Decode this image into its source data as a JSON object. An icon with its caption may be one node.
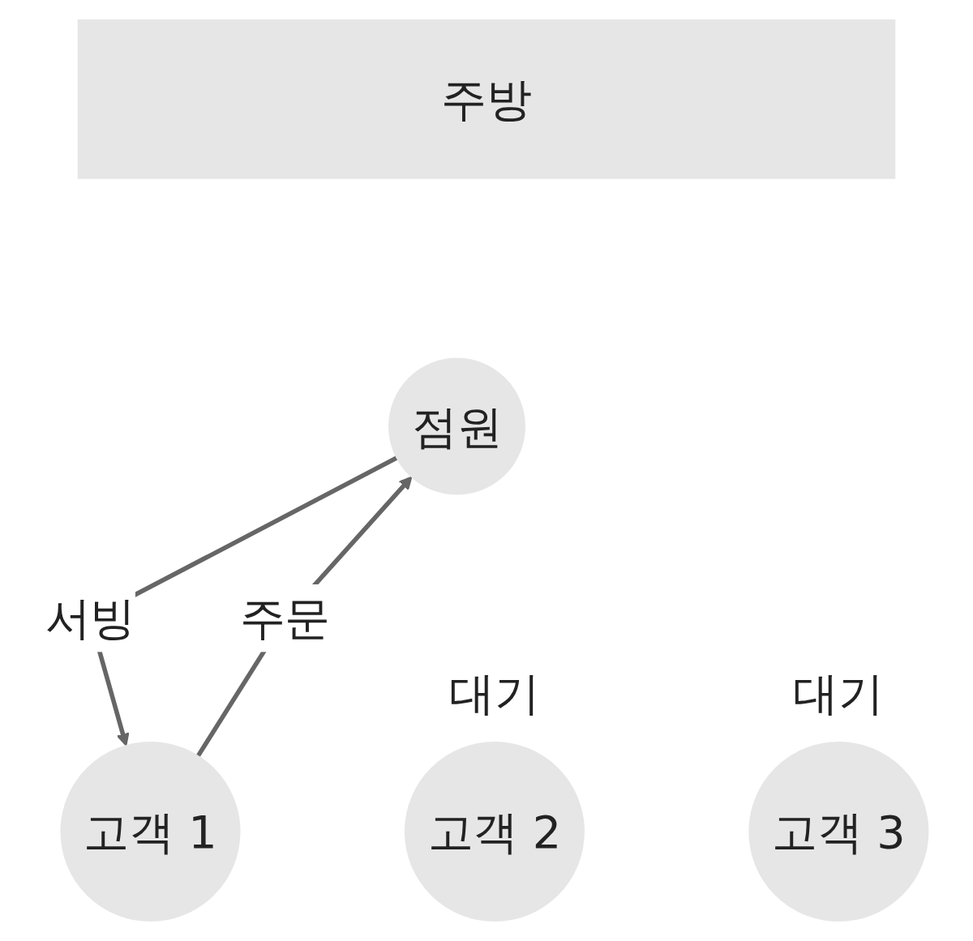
{
  "diagram": {
    "nodes": [
      {
        "text": [
          "주방"
        ]
      },
      {
        "text": [
          "점원"
        ]
      },
      {
        "text": [
          "고객 1"
        ]
      },
      {
        "text": [
          "고객 2"
        ],
        "beside": [
          "대기"
        ]
      },
      {
        "text": [
          "고객 3"
        ],
        "beside": [
          "대기"
        ]
      }
    ],
    "edges": [
      {
        "from": 2,
        "to": 1,
        "arrow": "to",
        "label": "주문"
      },
      {
        "from": 1,
        "to": 2,
        "arrow": "to",
        "label": "서빙"
      }
    ]
  }
}
